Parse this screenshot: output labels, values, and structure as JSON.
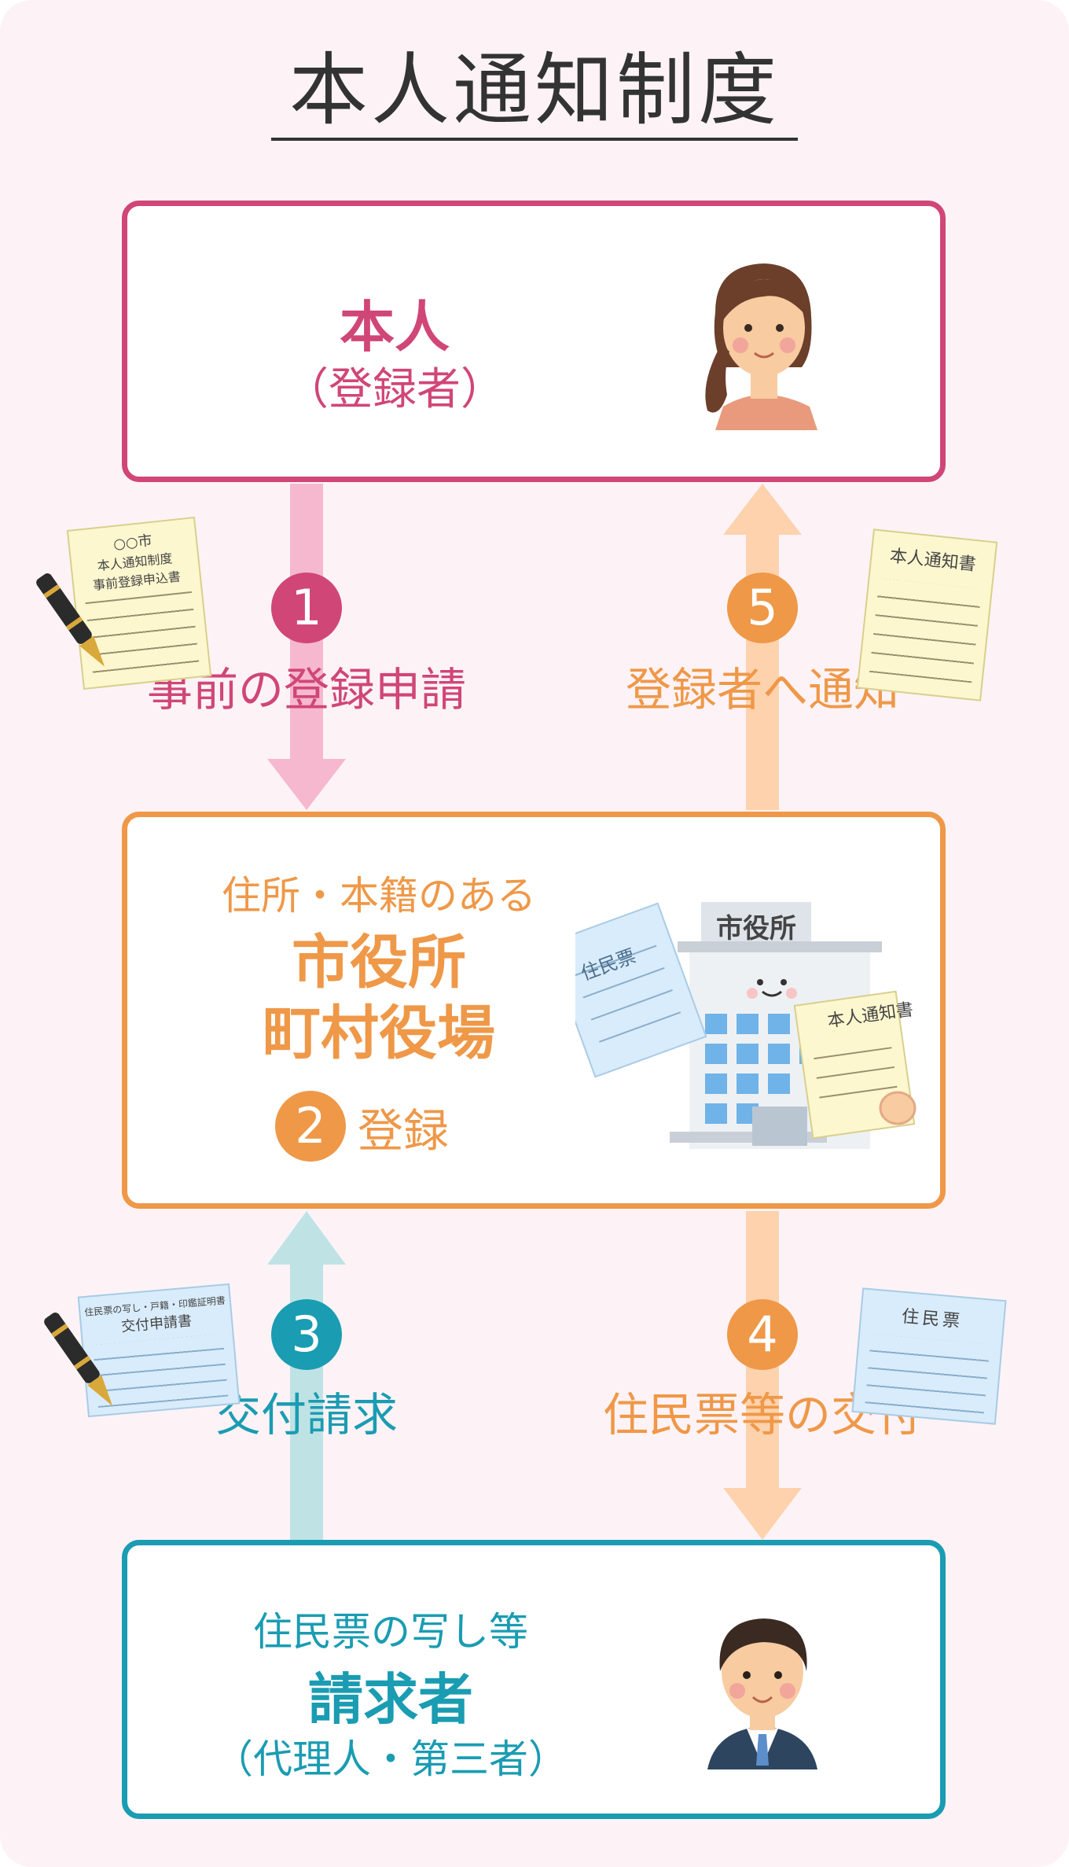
{
  "title": "本人通知制度",
  "registrant": {
    "name": "本人",
    "sub": "（登録者）"
  },
  "office": {
    "pre": "住所・本籍のある",
    "line1": "市役所",
    "line2": "町村役場",
    "step_num": "2",
    "step_label": "登録",
    "building_sign": "市役所"
  },
  "requester": {
    "pre": "住民票の写し等",
    "name": "請求者",
    "sub": "（代理人・第三者）"
  },
  "steps": [
    {
      "num": "1",
      "label": "事前の登録申請"
    },
    {
      "num": "2",
      "label": "登録"
    },
    {
      "num": "3",
      "label": "交付請求"
    },
    {
      "num": "4",
      "label": "住民票等の交付"
    },
    {
      "num": "5",
      "label": "登録者へ通知"
    }
  ],
  "documents": {
    "registration_form": {
      "line1": "○○市",
      "line2": "本人通知制度",
      "line3": "事前登録申込書"
    },
    "notice": "本人通知書",
    "resident_card": "住民票",
    "issue_form": {
      "line1": "住民票の写し・戸籍・印鑑証明書",
      "line2": "交付申請書"
    }
  },
  "colors": {
    "pink": "#d04677",
    "orange": "#ef9848",
    "teal": "#1a9cb2",
    "background": "#fdf3f6"
  }
}
